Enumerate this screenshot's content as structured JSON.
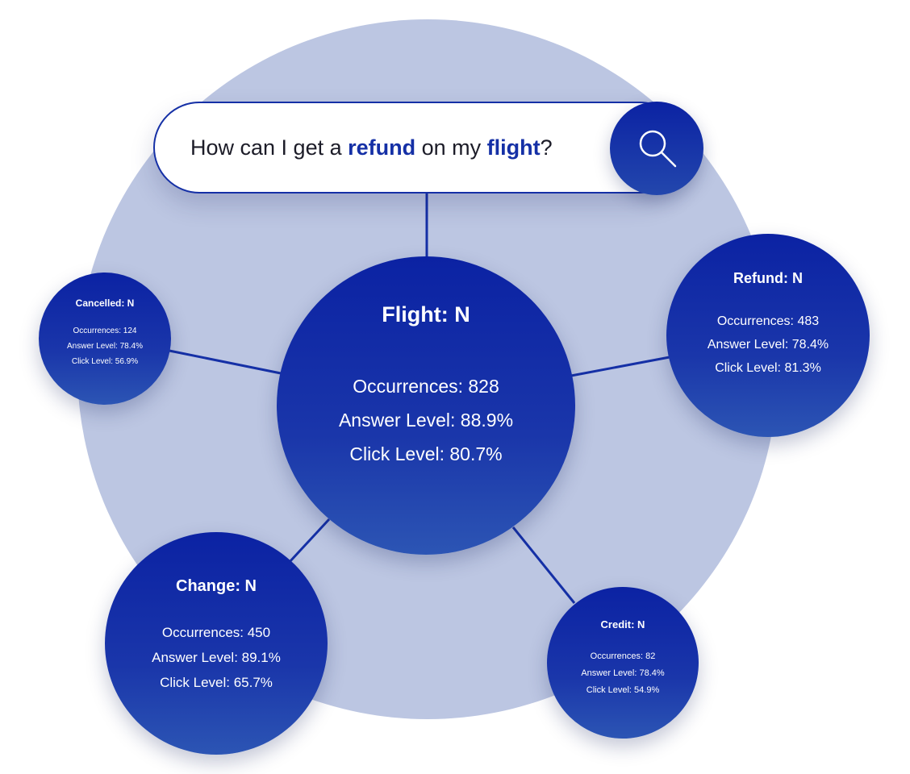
{
  "search": {
    "query_parts": [
      "How can I get a ",
      "refund",
      " on my ",
      "flight",
      "?"
    ]
  },
  "icons": {
    "search": "magnifier-icon"
  },
  "colors": {
    "background_circle": "#bcc6e2",
    "node_fill": "#0b22a3",
    "accent": "#1530a6",
    "link_line": "#1530a6"
  },
  "nodes": {
    "flight": {
      "title": "Flight: N",
      "occurrences": "Occurrences: 828",
      "answer_level": "Answer Level: 88.9%",
      "click_level": "Click Level: 80.7%"
    },
    "refund": {
      "title": "Refund: N",
      "occurrences": "Occurrences: 483",
      "answer_level": "Answer Level: 78.4%",
      "click_level": "Click Level: 81.3%"
    },
    "cancelled": {
      "title": "Cancelled: N",
      "occurrences": "Occurrences: 124",
      "answer_level": "Answer Level: 78.4%",
      "click_level": "Click Level: 56.9%"
    },
    "change": {
      "title": "Change: N",
      "occurrences": "Occurrences: 450",
      "answer_level": "Answer Level: 89.1%",
      "click_level": "Click Level: 65.7%"
    },
    "credit": {
      "title": "Credit: N",
      "occurrences": "Occurrences: 82",
      "answer_level": "Answer Level: 78.4%",
      "click_level": "Click Level: 54.9%"
    }
  }
}
